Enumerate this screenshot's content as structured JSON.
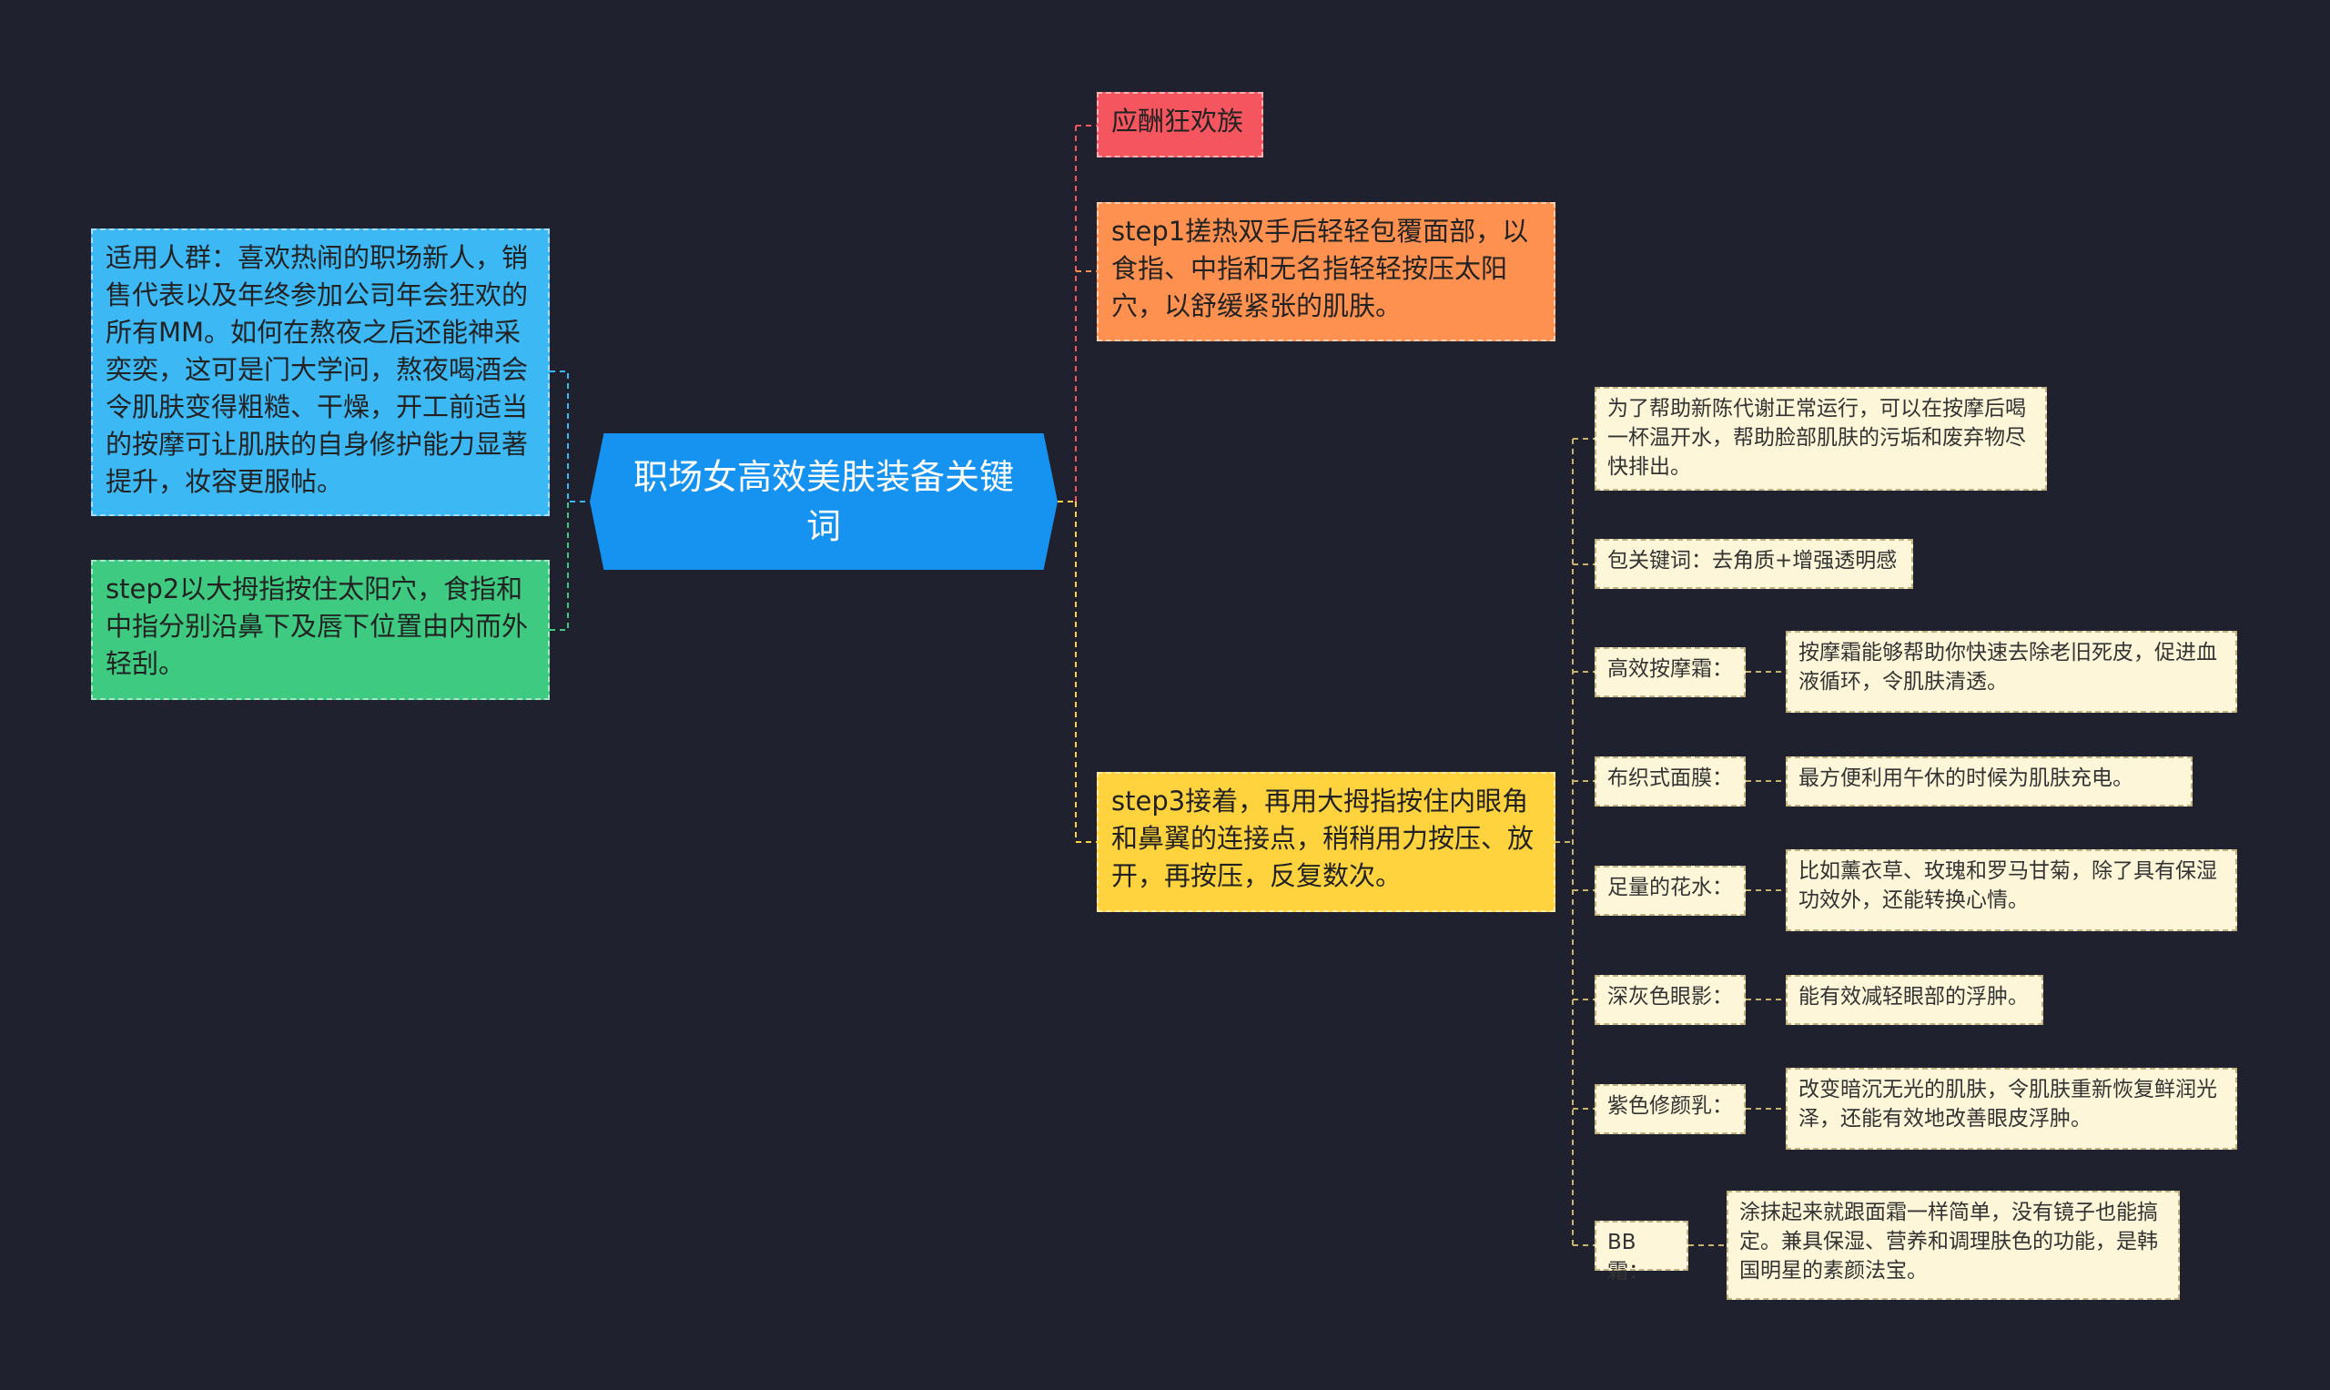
{
  "root": {
    "title": "职场女高效美肤装备关键词"
  },
  "left": [
    {
      "text": "适用人群：喜欢热闹的职场新人，销售代表以及年终参加公司年会狂欢的所有MM。如何在熬夜之后还能神采奕奕，这可是门大学问，熬夜喝酒会令肌肤变得粗糙、干燥，开工前适当的按摩可让肌肤的自身修护能力显著提升，妆容更服帖。",
      "color": "#3cb8f5"
    },
    {
      "text": "step2以大拇指按住太阳穴，食指和中指分别沿鼻下及唇下位置由内而外轻刮。",
      "color": "#3ecb81"
    }
  ],
  "right": [
    {
      "text": "应酬狂欢族",
      "color": "#f4555e"
    },
    {
      "text": "step1搓热双手后轻轻包覆面部，以食指、中指和无名指轻轻按压太阳穴，以舒缓紧张的肌肤。",
      "color": "#ff9150"
    },
    {
      "text": "step3接着，再用大拇指按住内眼角和鼻翼的连接点，稍稍用力按压、放开，再按压，反复数次。",
      "color": "#ffd33e"
    }
  ],
  "step3_children": [
    {
      "label": "为了帮助新陈代谢正常运行，可以在按摩后喝一杯温开水，帮助脸部肌肤的污垢和废弃物尽快排出。"
    },
    {
      "label": "包关键词：去角质+增强透明感"
    },
    {
      "label": "高效按摩霜：",
      "detail": "按摩霜能够帮助你快速去除老旧死皮，促进血液循环，令肌肤清透。"
    },
    {
      "label": "布织式面膜：",
      "detail": "最方便利用午休的时候为肌肤充电。"
    },
    {
      "label": "足量的花水：",
      "detail": "比如薰衣草、玫瑰和罗马甘菊，除了具有保湿功效外，还能转换心情。"
    },
    {
      "label": "深灰色眼影：",
      "detail": "能有效减轻眼部的浮肿。"
    },
    {
      "label": "紫色修颜乳：",
      "detail": "改变暗沉无光的肌肤，令肌肤重新恢复鲜润光泽，还能有效地改善眼皮浮肿。"
    },
    {
      "label": "BB霜：",
      "detail": "涂抹起来就跟面霜一样简单，没有镜子也能搞定。兼具保湿、营养和调理肤色的功能，是韩国明星的素颜法宝。"
    }
  ],
  "colors": {
    "background": "#1f222e",
    "root": "#1693f0",
    "leaf": "#fdf6d8"
  }
}
